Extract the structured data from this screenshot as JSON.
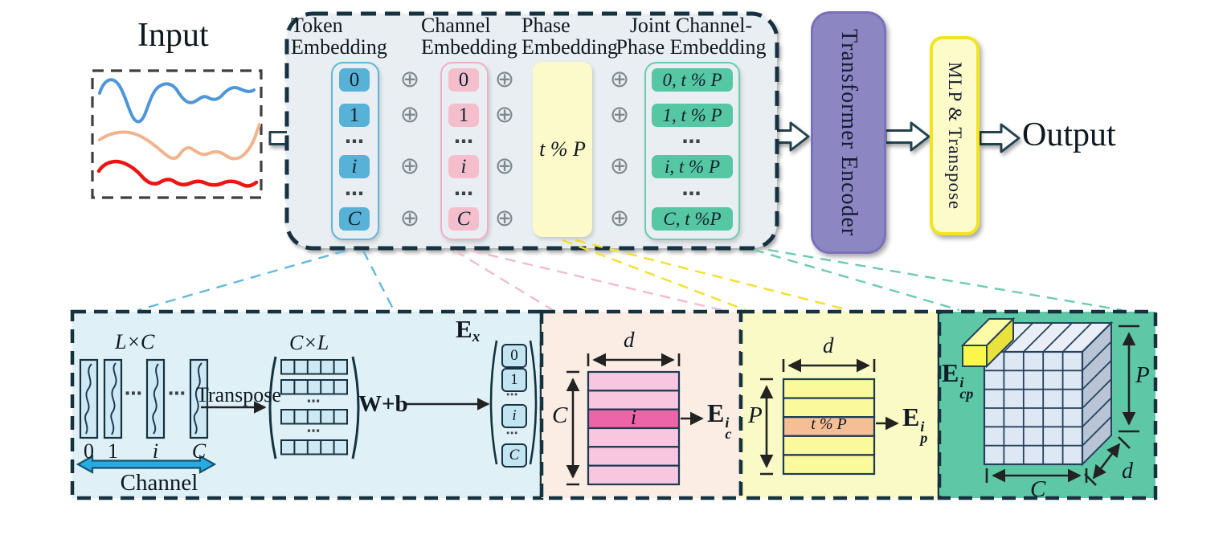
{
  "input": {
    "label": "Input"
  },
  "embed_box": {
    "plus": "⊕",
    "token": {
      "title1": "Token",
      "title2": "Embedding",
      "cells": [
        "0",
        "1",
        "⋯",
        "i",
        "⋯",
        "C"
      ]
    },
    "channel": {
      "title1": "Channel",
      "title2": "Embedding",
      "cells": [
        "0",
        "1",
        "⋯",
        "i",
        "⋯",
        "C"
      ]
    },
    "phase": {
      "title1": "Phase",
      "title2": "Embedding",
      "value": "t % P"
    },
    "joint": {
      "title1": "Joint Channel-",
      "title2": "Phase Embedding",
      "cells": [
        "0, t % P",
        "1, t % P",
        "⋯",
        "i, t % P",
        "⋯",
        "C, t %P"
      ]
    }
  },
  "pipeline": {
    "transformer": "Transformer Encoder",
    "mlp": "MLP & Transpose",
    "output": "Output"
  },
  "panels": {
    "token": {
      "dims": "L×C",
      "strips": [
        "0",
        "1",
        "i",
        "C"
      ],
      "dots": "⋯",
      "axis": "Channel",
      "transpose": "Transpose",
      "matrix_dims": "C×L",
      "weights": "W+b",
      "emb_base": "E",
      "emb_sub": "x",
      "cells": [
        "0",
        "1",
        "⋯",
        "i",
        "⋯",
        "C"
      ]
    },
    "channel": {
      "width": "d",
      "height": "C",
      "row": "i",
      "emb_base": "E",
      "emb_sub": "c",
      "emb_sup": "i"
    },
    "phase": {
      "width": "d",
      "height": "P",
      "row": "t % P",
      "emb_base": "E",
      "emb_sub": "p",
      "emb_sup": "i"
    },
    "joint": {
      "emb_base": "E",
      "emb_sub": "cp",
      "emb_sup": "i",
      "height": "P",
      "width": "C",
      "depth": "d"
    }
  },
  "colors": {
    "embed_box_bg": "#E8EEF1",
    "dashed_border": "#16323F",
    "token_blue": "#58B1D6",
    "token_outline": "#5FB6D8",
    "channel_pink": "#F5BECD",
    "channel_outline": "#F2AFC4",
    "phase_yellow": "#FCFACA",
    "joint_green": "#56C7A3",
    "joint_outline": "#6CCBAE",
    "transformer_purple": "#8C86C2",
    "transformer_outline": "#7A71BA",
    "mlp_fill": "#FCFBC9",
    "mlp_outline": "#F2E41F",
    "panel_token_bg": "#DFF0F7",
    "panel_channel_bg": "#FBEDE4",
    "panel_phase_bg": "#FAFAC6",
    "panel_joint_bg": "#5EC8A6",
    "strip_blue": "#CFE9F4",
    "pink_row": "#F8C7DF",
    "pink_highlight": "#EE64A8",
    "yellow_row": "#FAFA9C",
    "yellow_highlight": "#F5BE95",
    "cube_face": "#DEE7F4",
    "cube_top": "#E9EEF7",
    "cube_side": "#B9C5D6",
    "bar_yellow": "#FAF64A",
    "wave_blue": "#4E96D9",
    "wave_peach": "#F2B38D",
    "wave_red": "#EE1511",
    "channel_axis_arrow": "#29ABE2"
  }
}
